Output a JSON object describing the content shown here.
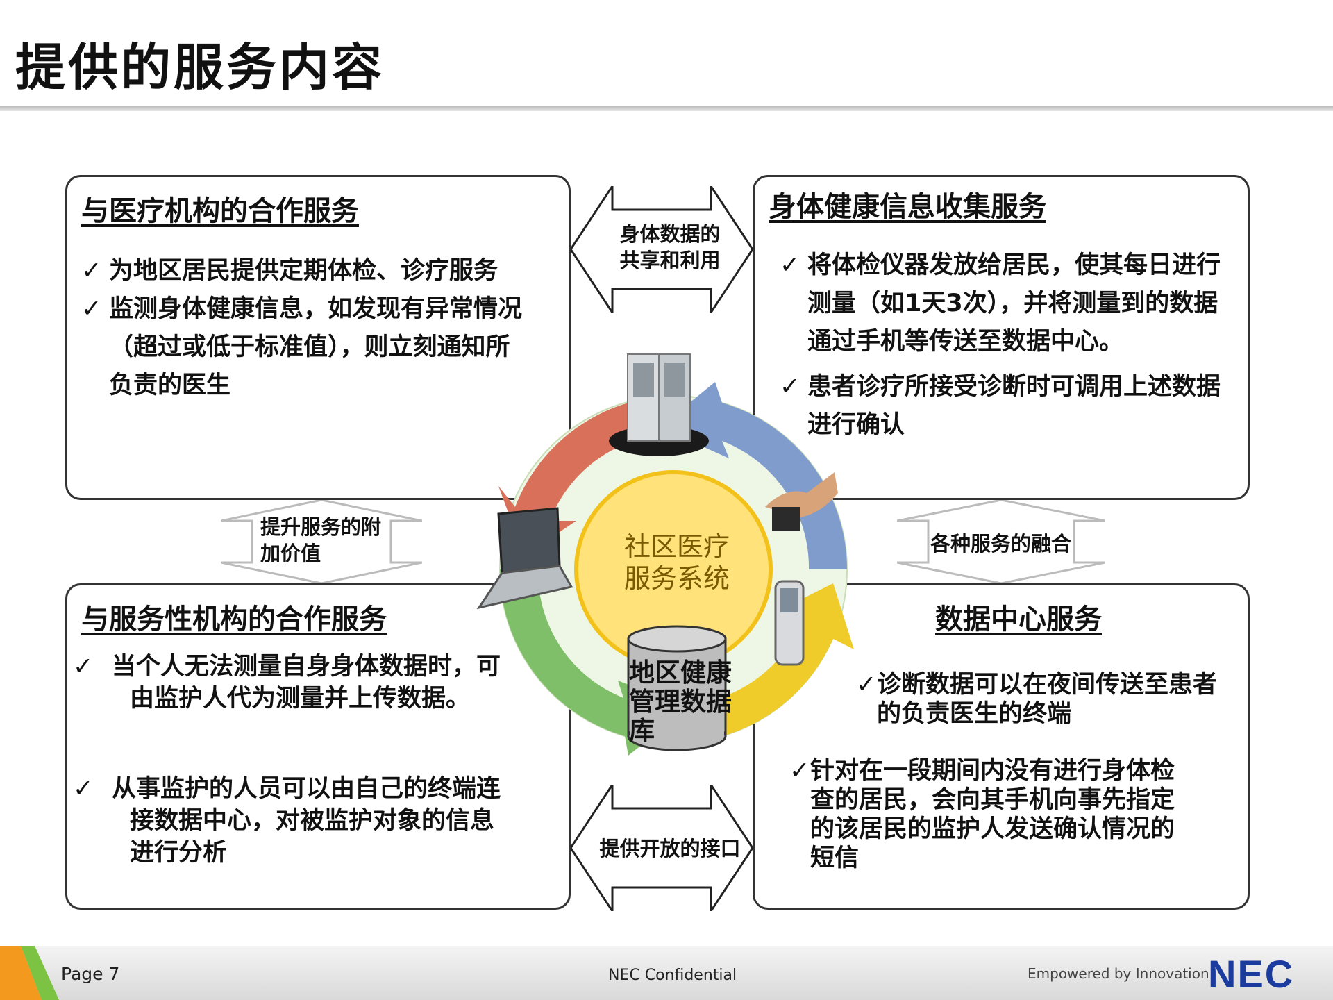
{
  "page": {
    "title": "提供的服务内容"
  },
  "boxes": {
    "top_left": {
      "title": "与医疗机构的合作服务",
      "items": [
        "为地区居民提供定期体检、诊疗服务",
        "监测身体健康信息，如发现有异常情况（超过或低于标准值），则立刻通知所负责的医生"
      ]
    },
    "top_right": {
      "title": "身体健康信息收集服务",
      "items": [
        "将体检仪器发放给居民，使其每日进行测量（如1天3次），并将测量到的数据通过手机等传送至数据中心。",
        "患者诊疗所接受诊断时可调用上述数据进行确认"
      ]
    },
    "bottom_left": {
      "title": "与服务性机构的合作服务",
      "items": [
        "当个人无法测量自身身体数据时，可由监护人代为测量并上传数据。",
        "从事监护的人员可以由自己的终端连接数据中心，对被监护对象的信息进行分析"
      ]
    },
    "bottom_right": {
      "title": "数据中心服务",
      "items": [
        "诊断数据可以在夜间传送至患者的负责医生的终端",
        "针对在一段期间内没有进行身体检查的居民，会向其手机向事先指定的该居民的监护人发送确认情况的短信"
      ]
    }
  },
  "arrows": {
    "top": "身体数据的共享和利用",
    "left": "提升服务的附加价值",
    "right": "各种服务的融合",
    "bottom": "提供开放的接口"
  },
  "hub": {
    "label": "社区医疗服务系统",
    "database": "地区健康管理数据库"
  },
  "footer": {
    "page": "Page 7",
    "confidential": "NEC Confidential",
    "tagline": "Empowered by Innovation",
    "logo": "NEC"
  },
  "colors": {
    "cycle_red": "#d9705a",
    "cycle_blue": "#7f9ccd",
    "cycle_yellow": "#f0cc2a",
    "cycle_green": "#7fbf6a",
    "hub_yellow": "#ffd84a",
    "nec_blue": "#1b3c9e"
  }
}
